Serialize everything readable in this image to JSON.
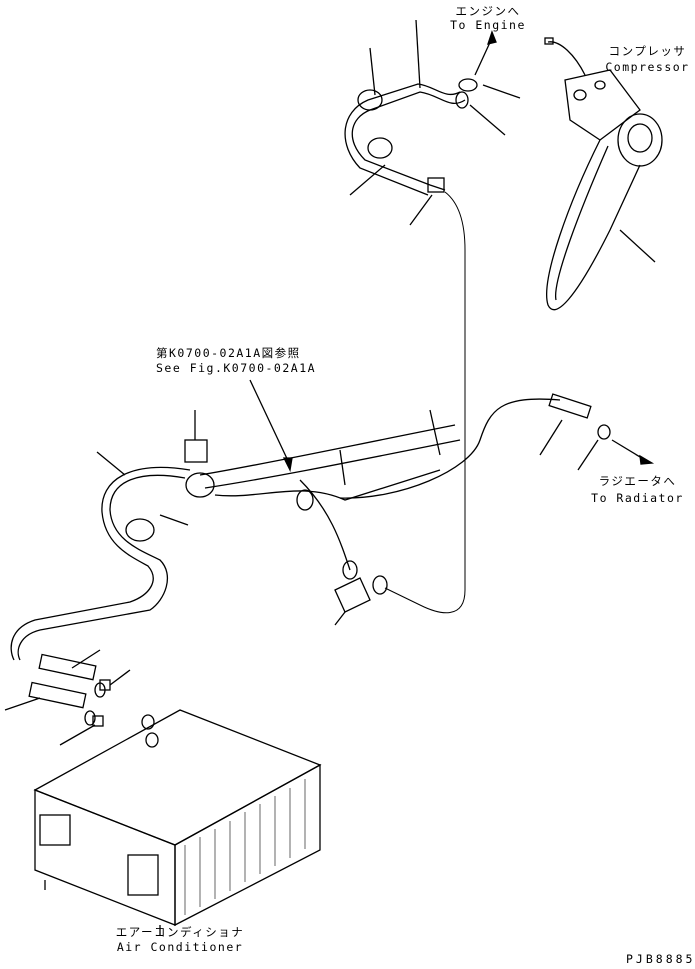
{
  "labels": {
    "to_engine_jp": "エンジンへ",
    "to_engine_en": "To Engine",
    "compressor_jp": "コンプレッサ",
    "compressor_en": "Compressor",
    "ref_jp": "第K0700-02A1A図参照",
    "ref_en": "See Fig.K0700-02A1A",
    "to_radiator_jp": "ラジエータへ",
    "to_radiator_en": "To Radiator",
    "aircon_jp": "エアーコンディショナ",
    "aircon_en": "Air Conditioner",
    "drawing_number": "PJB8885"
  },
  "colors": {
    "line": "#000000",
    "background": "#ffffff"
  }
}
